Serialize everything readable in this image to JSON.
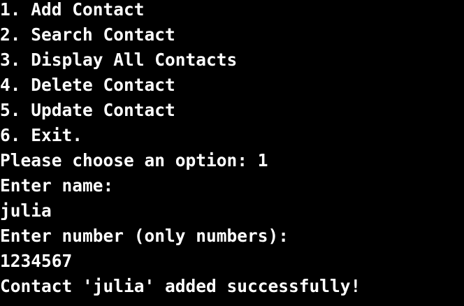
{
  "terminal": {
    "background": "#000000",
    "foreground": "#ffffff",
    "lines": [
      "1. Add Contact",
      "2. Search Contact",
      "3. Display All Contacts",
      "4. Delete Contact",
      "5. Update Contact",
      "6. Exit.",
      "Please choose an option: 1",
      "Enter name:",
      "julia",
      "Enter number (only numbers):",
      "1234567",
      "Contact 'julia' added successfully!"
    ]
  }
}
